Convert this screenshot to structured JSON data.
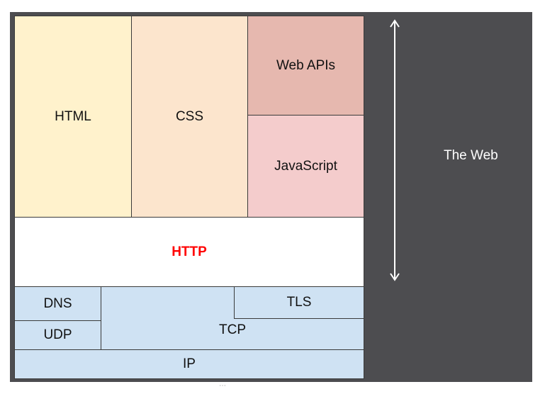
{
  "layers": {
    "html": "HTML",
    "css": "CSS",
    "web_apis": "Web APIs",
    "javascript": "JavaScript",
    "http": "HTTP",
    "dns": "DNS",
    "udp": "UDP",
    "tcp": "TCP",
    "tls": "TLS",
    "ip": "IP"
  },
  "side_label": "The Web",
  "arrow_icon": "double-headed-vertical-arrow-icon",
  "colors": {
    "background": "#4d4d50",
    "html": "#fff2cc",
    "css": "#fce5cd",
    "web_apis": "#e6b8af",
    "javascript": "#f4cccc",
    "http_text": "#ff0000",
    "network": "#cfe2f3"
  }
}
